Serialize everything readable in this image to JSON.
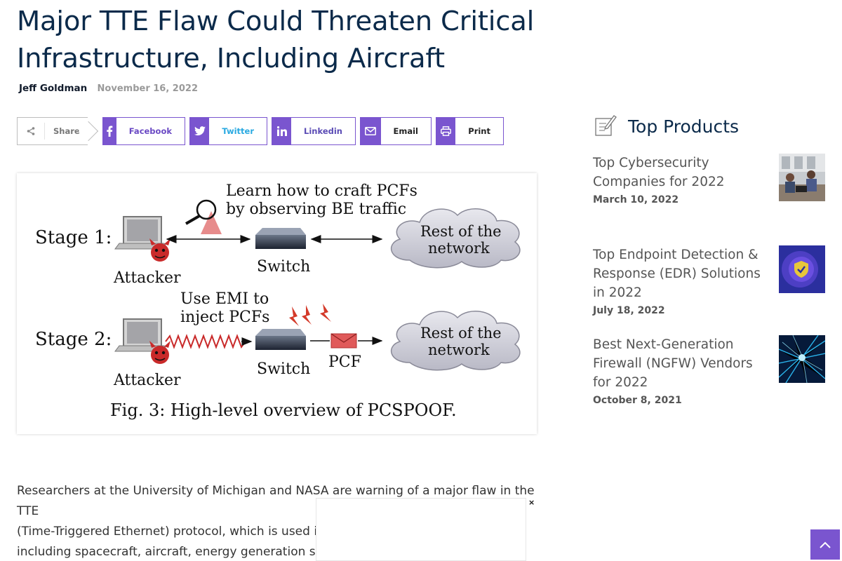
{
  "article": {
    "title": "Major TTE Flaw Could Threaten Critical Infrastructure, Including Aircraft",
    "author": "Jeff Goldman",
    "date": "November 16, 2022",
    "body_lines": [
      "Researchers at the University of Michigan and NASA are warning of a major flaw in the TTE",
      "(Time-Triggered Ethernet) protocol, which is used in a",
      "including spacecraft, aircraft, energy generation syste"
    ]
  },
  "share": {
    "label": "Share",
    "buttons": [
      {
        "label": "Facebook",
        "icon": "facebook-icon"
      },
      {
        "label": "Twitter",
        "icon": "twitter-icon"
      },
      {
        "label": "Linkedin",
        "icon": "linkedin-icon"
      },
      {
        "label": "Email",
        "icon": "envelope-icon"
      },
      {
        "label": "Print",
        "icon": "printer-icon"
      }
    ]
  },
  "figure": {
    "stage1_label": "Stage 1:",
    "stage2_label": "Stage 2:",
    "stage1_caption_l1": "Learn how to craft PCFs",
    "stage1_caption_l2": "by observing BE traffic",
    "stage2_caption_l1": "Use EMI to",
    "stage2_caption_l2": "inject PCFs",
    "attacker": "Attacker",
    "switch": "Switch",
    "cloud_l1": "Rest of the",
    "cloud_l2": "network",
    "pcf": "PCF",
    "caption": "Fig. 3: High-level overview of PCSPOOF."
  },
  "sidebar": {
    "title": "Top Products",
    "products": [
      {
        "title": "Top Cybersecurity Companies for 2022",
        "date": "March 10, 2022"
      },
      {
        "title": "Top Endpoint Detection & Response (EDR) Solutions in 2022",
        "date": "July 18, 2022"
      },
      {
        "title": "Best Next-Generation Firewall (NGFW) Vendors for 2022",
        "date": "October 8, 2021"
      }
    ]
  },
  "ad": {
    "close": "×"
  },
  "colors": {
    "accent": "#7a55cf",
    "headline": "#0b2a4a",
    "twitter": "#29a9e1"
  }
}
